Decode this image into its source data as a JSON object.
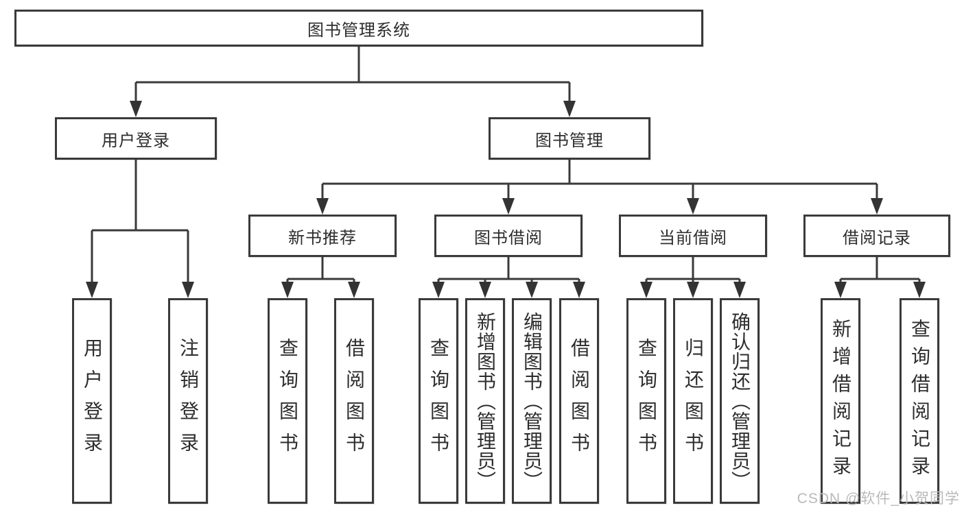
{
  "diagram": {
    "title_node": "图书管理系统",
    "branches": {
      "user_login": {
        "label": "用户登录",
        "children": [
          {
            "label": "用户登录"
          },
          {
            "label": "注销登录"
          }
        ]
      },
      "book_mgmt": {
        "label": "图书管理",
        "children": [
          {
            "label": "新书推荐",
            "children": [
              {
                "label": "查询图书"
              },
              {
                "label": "借阅图书"
              }
            ]
          },
          {
            "label": "图书借阅",
            "children": [
              {
                "label": "查询图书"
              },
              {
                "label": "新增图书（管理员）"
              },
              {
                "label": "编辑图书（管理员）"
              },
              {
                "label": "借阅图书"
              }
            ]
          },
          {
            "label": "当前借阅",
            "children": [
              {
                "label": "查询图书"
              },
              {
                "label": "归还图书"
              },
              {
                "label": "确认归还（管理员）"
              }
            ]
          },
          {
            "label": "借阅记录",
            "children": [
              {
                "label": "新增借阅记录"
              },
              {
                "label": "查询借阅记录"
              }
            ]
          }
        ]
      }
    }
  },
  "watermark": "CSDN @软件_小贺同学",
  "colors": {
    "line": "#3a3a3a",
    "text": "#2d2d2d",
    "watermark": "#b9b9b9",
    "background": "#ffffff"
  }
}
